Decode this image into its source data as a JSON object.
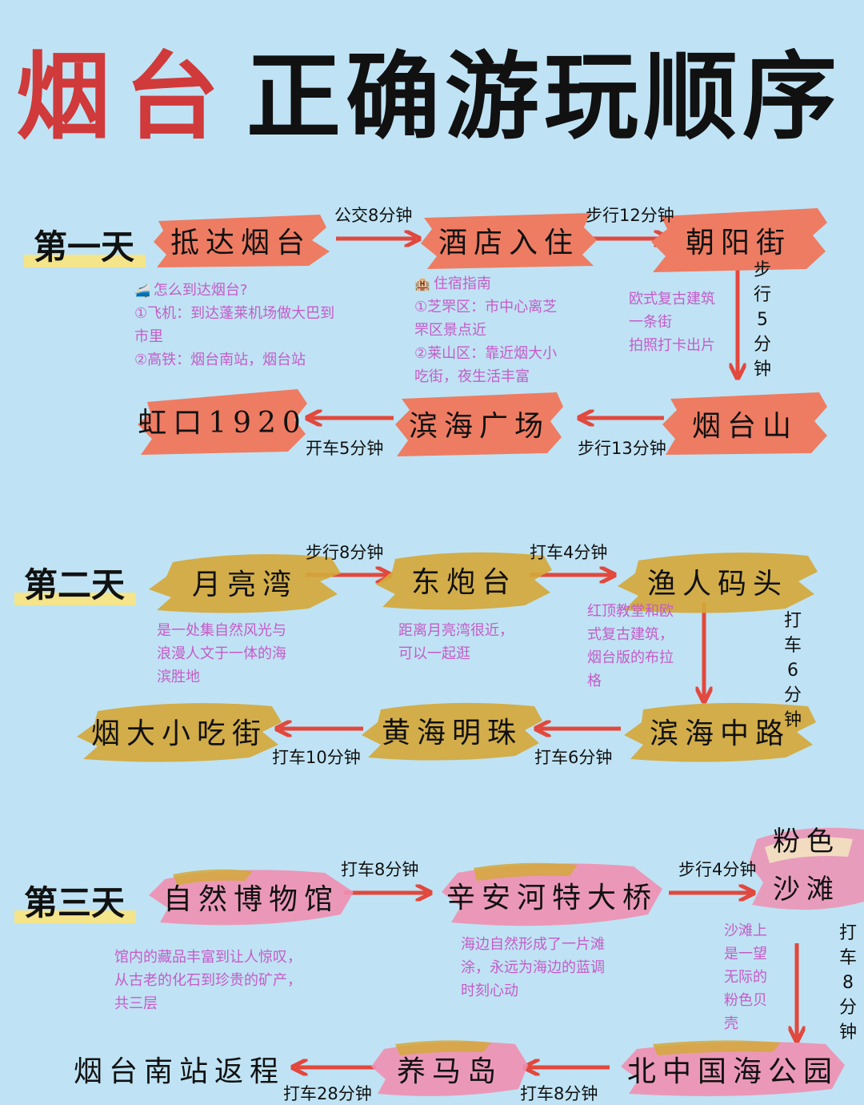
{
  "title": {
    "city": "烟台",
    "rest": "正确游玩顺序"
  },
  "days": [
    {
      "label": "第一天",
      "stops": [
        "抵达烟台",
        "酒店入住",
        "朝阳街",
        "烟台山",
        "滨海广场",
        "虹口1920"
      ],
      "transport": [
        "公交8分钟",
        "步行12分钟",
        "步行5分钟",
        "步行13分钟",
        "开车5分钟"
      ],
      "notes": {
        "arrival": {
          "icon": "train-icon",
          "title": "怎么到达烟台?",
          "lines": [
            "①飞机：到达蓬莱机场做大巴到",
            "市里",
            "②高铁：烟台南站，烟台站"
          ]
        },
        "hotel": {
          "icon": "hotel-icon",
          "title": "住宿指南",
          "lines": [
            "①芝罘区：市中心离芝",
            "罘区景点近",
            "②莱山区：靠近烟大小",
            "吃街，夜生活丰富"
          ]
        },
        "chaoyang": {
          "lines": [
            "欧式复古建筑",
            "一条街",
            "拍照打卡出片"
          ]
        }
      }
    },
    {
      "label": "第二天",
      "stops": [
        "月亮湾",
        "东炮台",
        "渔人码头",
        "滨海中路",
        "黄海明珠",
        "烟大小吃街"
      ],
      "transport": [
        "步行8分钟",
        "打车4分钟",
        "打车6分钟",
        "打车6分钟",
        "打车10分钟"
      ],
      "notes": {
        "moonbay": {
          "lines": [
            "是一处集自然风光与",
            "浪漫人文于一体的海",
            "滨胜地"
          ]
        },
        "fort": {
          "lines": [
            "距离月亮湾很近，",
            "可以一起逛"
          ]
        },
        "wharf": {
          "lines": [
            "红顶教堂和欧",
            "式复古建筑，",
            "烟台版的布拉",
            "格"
          ]
        }
      }
    },
    {
      "label": "第三天",
      "stops": [
        "自然博物馆",
        "辛安河特大桥",
        "粉色沙滩",
        "北中国海公园",
        "养马岛",
        "烟台南站返程"
      ],
      "stop3_lines": [
        "粉色",
        "沙滩"
      ],
      "transport": [
        "打车8分钟",
        "步行4分钟",
        "打车8分钟",
        "打车8分钟",
        "打车28分钟"
      ],
      "notes": {
        "museum": {
          "lines": [
            "馆内的藏品丰富到让人惊叹，",
            "从古老的化石到珍贵的矿产，",
            "共三层"
          ]
        },
        "bridge": {
          "lines": [
            "海边自然形成了一片滩",
            "涂，永远为海边的蓝调",
            "时刻心动"
          ]
        },
        "beach": {
          "lines": [
            "沙滩上",
            "是一望",
            "无际的",
            "粉色贝",
            "壳"
          ]
        }
      }
    }
  ],
  "colors": {
    "title_red": "#d03a3a",
    "arrow": "#e2483d",
    "note": "#c55bc8",
    "day1_brush": "#ee7c62",
    "day2_brush": "#d4a83a",
    "day3_brush": "#ef8fb1",
    "highlight": "#f4e48a"
  }
}
